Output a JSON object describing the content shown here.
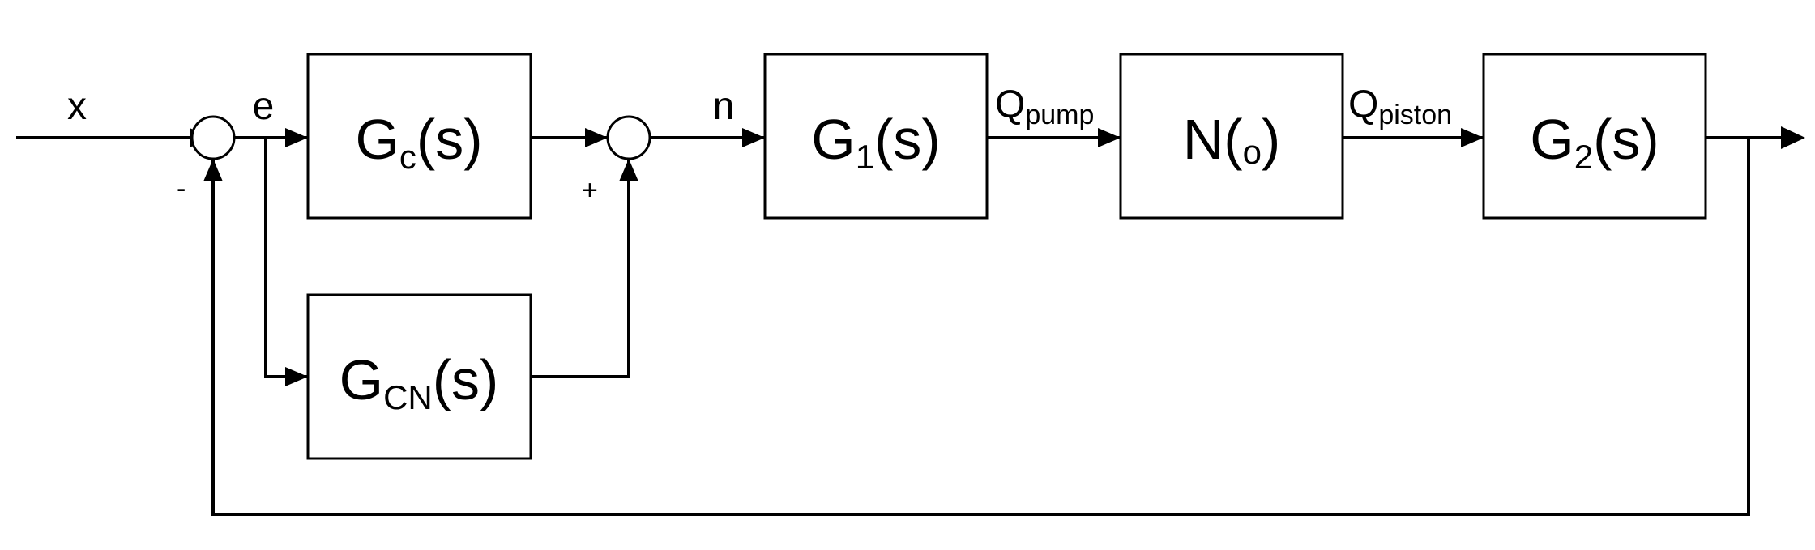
{
  "signals": {
    "input": "x",
    "error": "e",
    "control": "n",
    "flow_main": "Q",
    "flow_pump_sub": "pump",
    "flow_piston_sub": "piston"
  },
  "blocks": {
    "gc": {
      "main": "G",
      "sub": "c",
      "args": "(s)"
    },
    "gcn": {
      "main": "G",
      "sub": "CN",
      "args": "(s)"
    },
    "g1": {
      "main": "G",
      "sub": "1",
      "args": "(s)"
    },
    "nonlin": {
      "main": "N(",
      "sub": "o",
      "close": ")"
    },
    "g2": {
      "main": "G",
      "sub": "2",
      "args": "(s)"
    }
  },
  "signs": {
    "feedback": "-",
    "feedforward": "+"
  }
}
